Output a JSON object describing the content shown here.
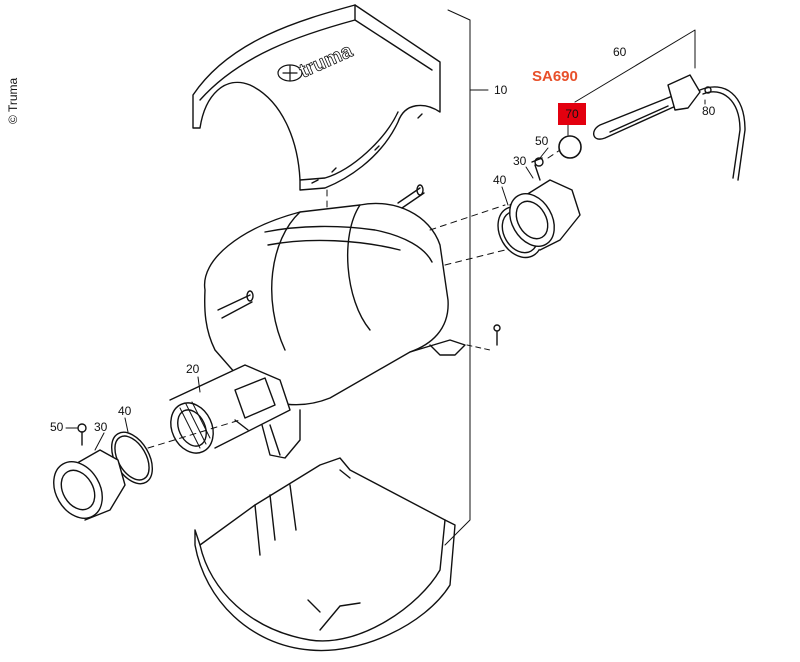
{
  "copyright": "© Truma",
  "brand_logo": "truma",
  "kit_label": "SA690",
  "highlighted_part": "70",
  "colors": {
    "kit_label": "#e8502a",
    "highlight_box": "#e3000f",
    "line": "#111111"
  },
  "labels": {
    "p10": "10",
    "p20": "20",
    "p30_right": "30",
    "p30_left": "30",
    "p40_right": "40",
    "p40_left": "40",
    "p50_right": "50",
    "p50_left": "50",
    "p60": "60",
    "p80": "80"
  }
}
